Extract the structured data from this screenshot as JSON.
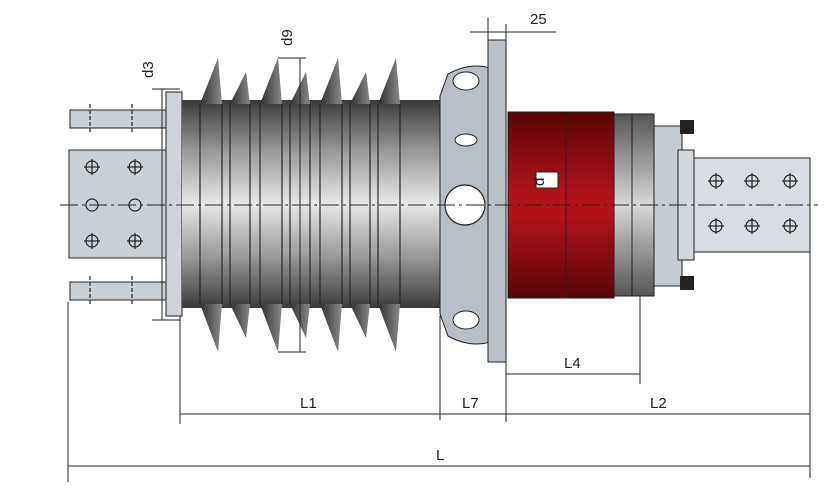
{
  "drawing": {
    "labels": {
      "L1": "L1",
      "L7": "L7",
      "L2": "L2",
      "L4": "L4",
      "L": "L",
      "top_25": "25",
      "d3": "d3",
      "d9": "d9",
      "d": "d"
    },
    "colors": {
      "insulator": "#8a8a8a",
      "flange": "#b9c0c7",
      "red_body": "#8e0e12",
      "terminal": "#cfd6dc",
      "line": "#111111"
    }
  }
}
